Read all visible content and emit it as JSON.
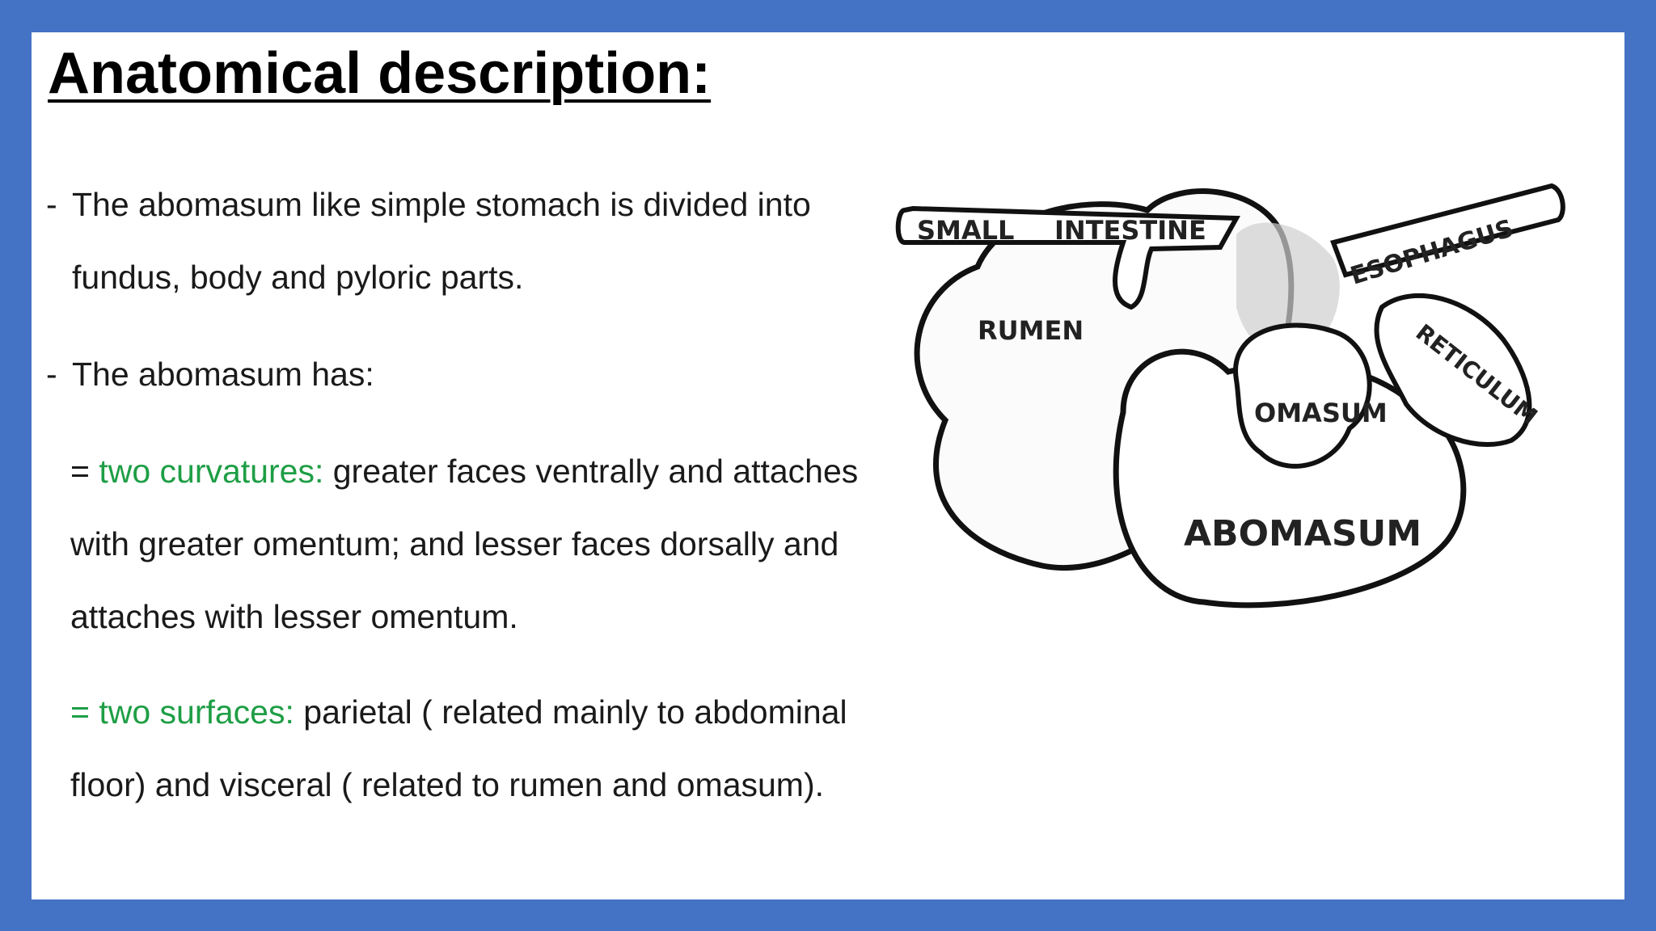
{
  "title": "Anatomical description:",
  "paragraphs": {
    "p1": "The abomasum like simple stomach is divided into fundus, body and pyloric parts.",
    "p2": "The abomasum has:"
  },
  "items": {
    "curvatures": {
      "prefix": "= ",
      "label": "two curvatures:",
      "text": " greater faces ventrally and attaches with greater omentum; and lesser faces dorsally and attaches with lesser omentum."
    },
    "surfaces": {
      "prefix": "= ",
      "label": "two surfaces:",
      "text": " parietal ( related mainly to abdominal floor) and visceral ( related to rumen and omasum)."
    }
  },
  "diagram": {
    "labels": {
      "small_intestine_1": "SMALL",
      "small_intestine_2": "INTESTINE",
      "esophagus": "ESOPHAGUS",
      "rumen": "RUMEN",
      "omasum": "OMASUM",
      "reticulum": "RETICULUM",
      "abomasum": "ABOMASUM"
    }
  },
  "colors": {
    "frame": "#4472c4",
    "accent_green": "#1e9e45"
  }
}
